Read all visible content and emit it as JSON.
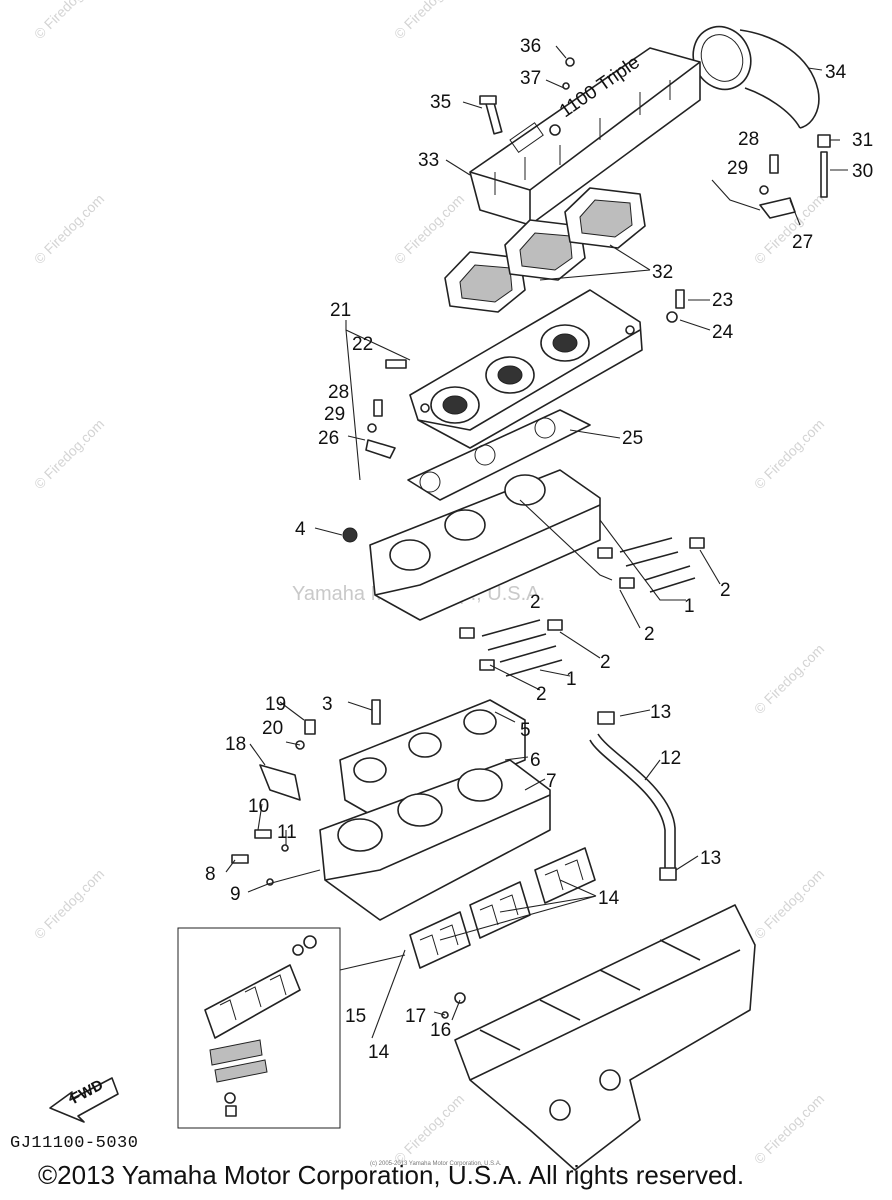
{
  "diagram_code": "GJ11100-5030",
  "copyright": "©2013 Yamaha Motor Corporation, U.S.A. All rights reserved.",
  "center_watermark": "Yamaha Motor Corp., U.S.A.",
  "site_watermark": "© Firedog.com",
  "fwd_label": "FWD",
  "small_print": "(c) 2005-2013 Yamaha Motor Corporation, U.S.A.",
  "callouts": [
    "1",
    "1",
    "2",
    "2",
    "2",
    "2",
    "2",
    "3",
    "4",
    "5",
    "6",
    "7",
    "8",
    "9",
    "10",
    "11",
    "12",
    "13",
    "13",
    "14",
    "14",
    "15",
    "16",
    "17",
    "18",
    "19",
    "20",
    "21",
    "22",
    "23",
    "24",
    "25",
    "26",
    "27",
    "28",
    "28",
    "29",
    "29",
    "30",
    "31",
    "32",
    "33",
    "34",
    "35",
    "36",
    "37"
  ]
}
